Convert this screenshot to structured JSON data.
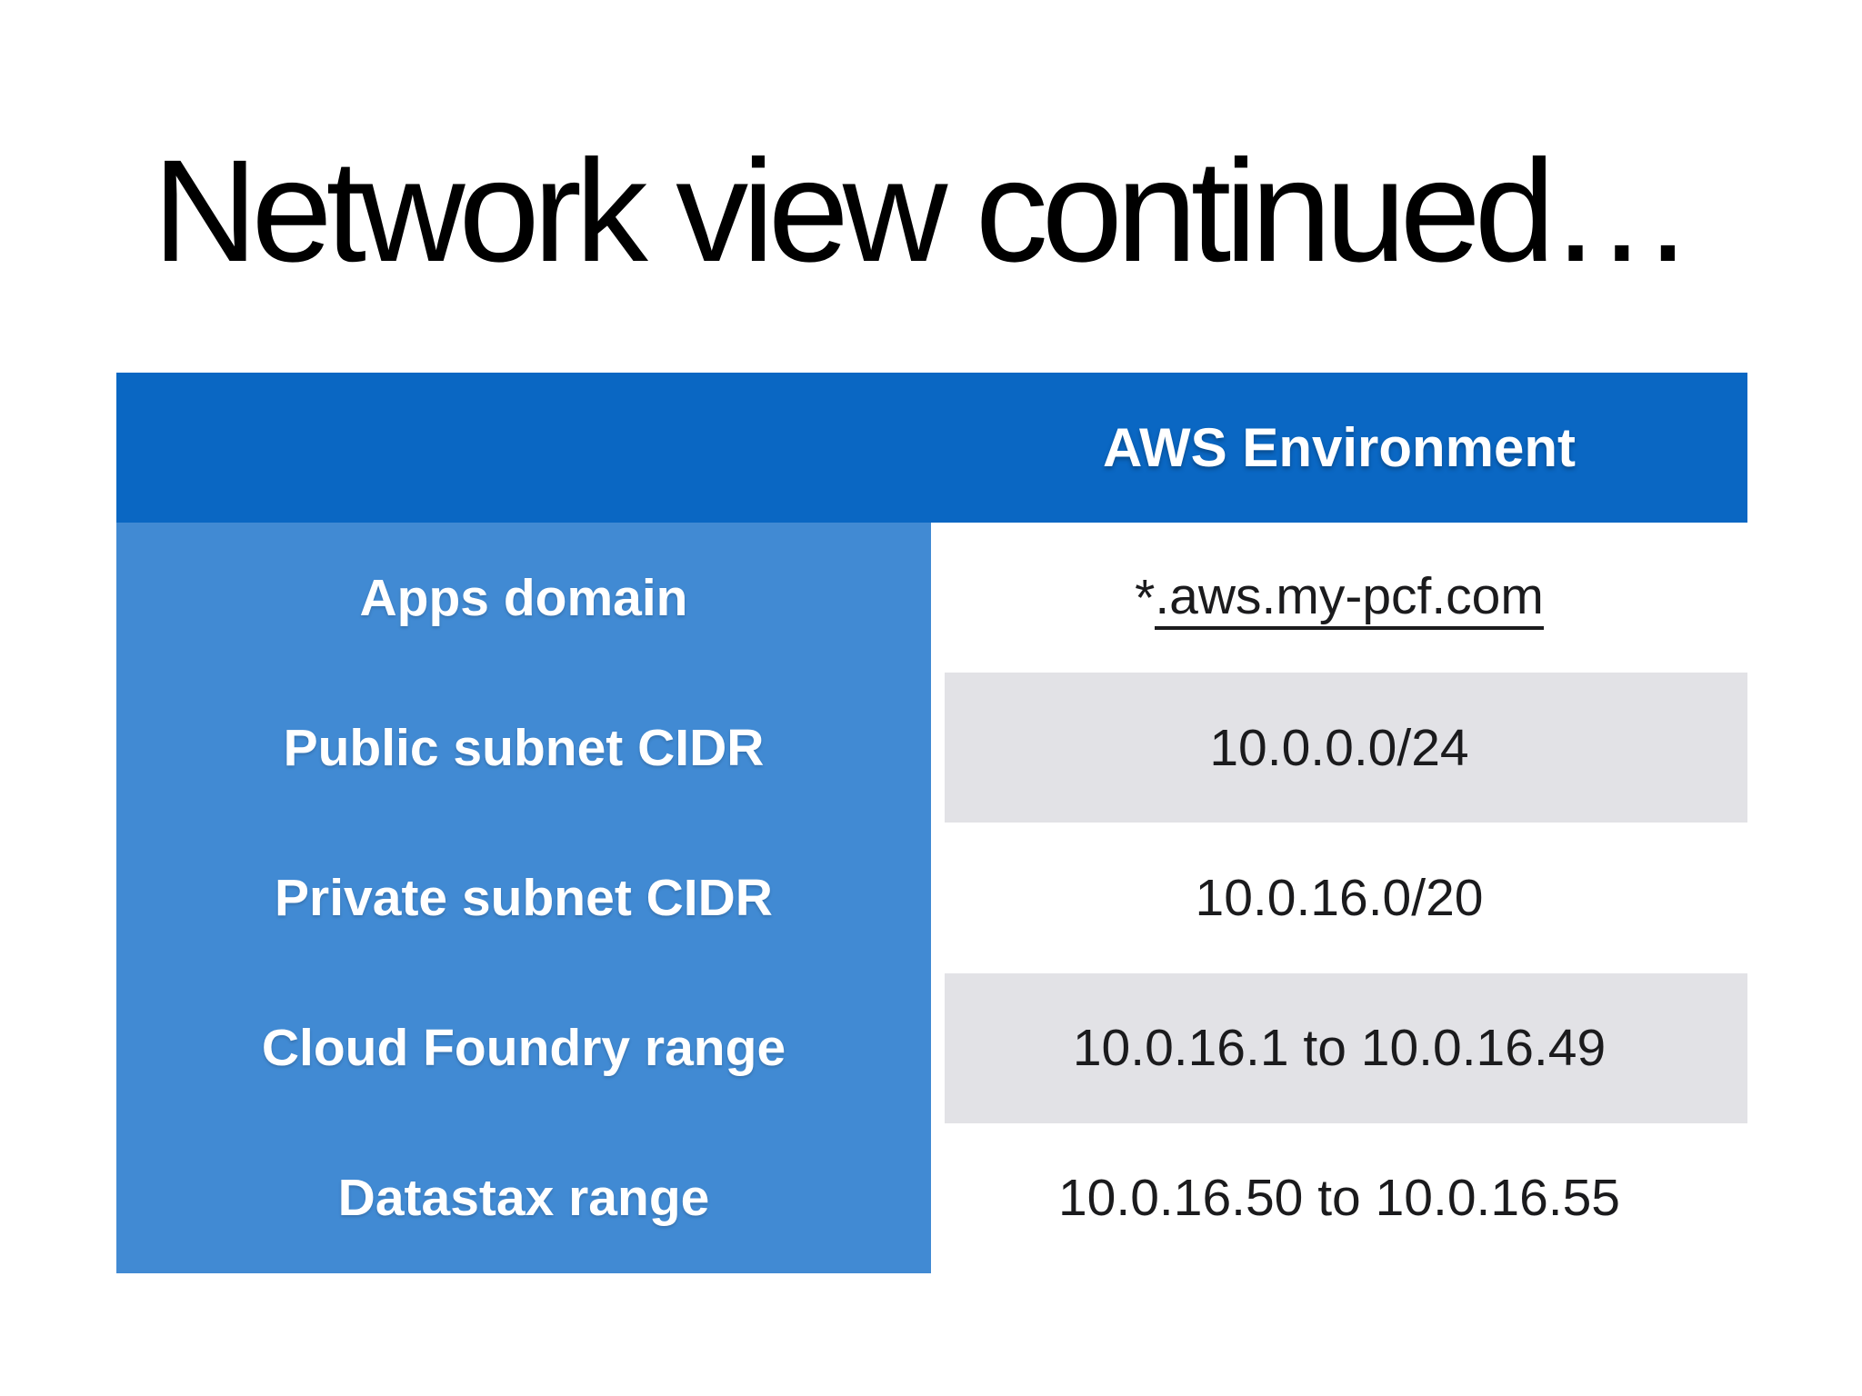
{
  "slide": {
    "title": "Network view continued…"
  },
  "table": {
    "header": {
      "column_label": "AWS Environment"
    },
    "rows": [
      {
        "label": "Apps domain",
        "value": "*.aws.my-pcf.com",
        "value_prefix": "*",
        "value_link": ".aws.my-pcf.com",
        "shaded": false
      },
      {
        "label": "Public subnet CIDR",
        "value": "10.0.0.0/24",
        "shaded": true
      },
      {
        "label": "Private subnet CIDR",
        "value": "10.0.16.0/20",
        "shaded": false
      },
      {
        "label": "Cloud Foundry range",
        "value": "10.0.16.1 to 10.0.16.49",
        "shaded": true
      },
      {
        "label": "Datastax range",
        "value": "10.0.16.50 to 10.0.16.55",
        "shaded": false
      }
    ]
  },
  "colors": {
    "header_bg": "#0a67c3",
    "label_col_bg": "#418ad3",
    "row_shaded_bg": "#e2e2e6",
    "row_plain_bg": "#ffffff",
    "header_text": "#ffffff",
    "label_text": "#ffffff",
    "value_text": "#1b1b1d",
    "title_text": "#000000"
  }
}
